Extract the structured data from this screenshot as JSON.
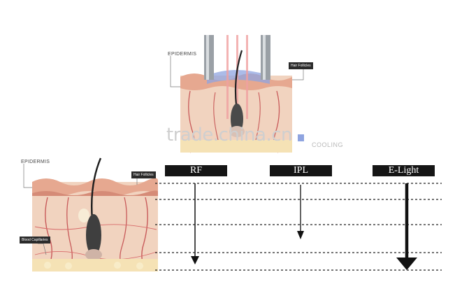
{
  "top_diagram": {
    "epidermis_label": "EPIDERMIS",
    "hair_follicles_label": "Hair Follicles",
    "cooling_label": "COOLING"
  },
  "bottom_diagram": {
    "epidermis_label": "EPIDERMIS",
    "hair_follicles_label": "Hair Follicles",
    "blood_capillaries_label": "Blood Capillaries"
  },
  "watermark": "trade.china.cn",
  "headers": {
    "rf": "RF",
    "ipl": "IPL",
    "elight": "E-Light"
  },
  "colors": {
    "skin": "#e9b9a0",
    "dermis": "#f1d3bf",
    "fat": "#f5e2b5",
    "header_bg": "#151515",
    "cooling": "#8fa4e0"
  }
}
